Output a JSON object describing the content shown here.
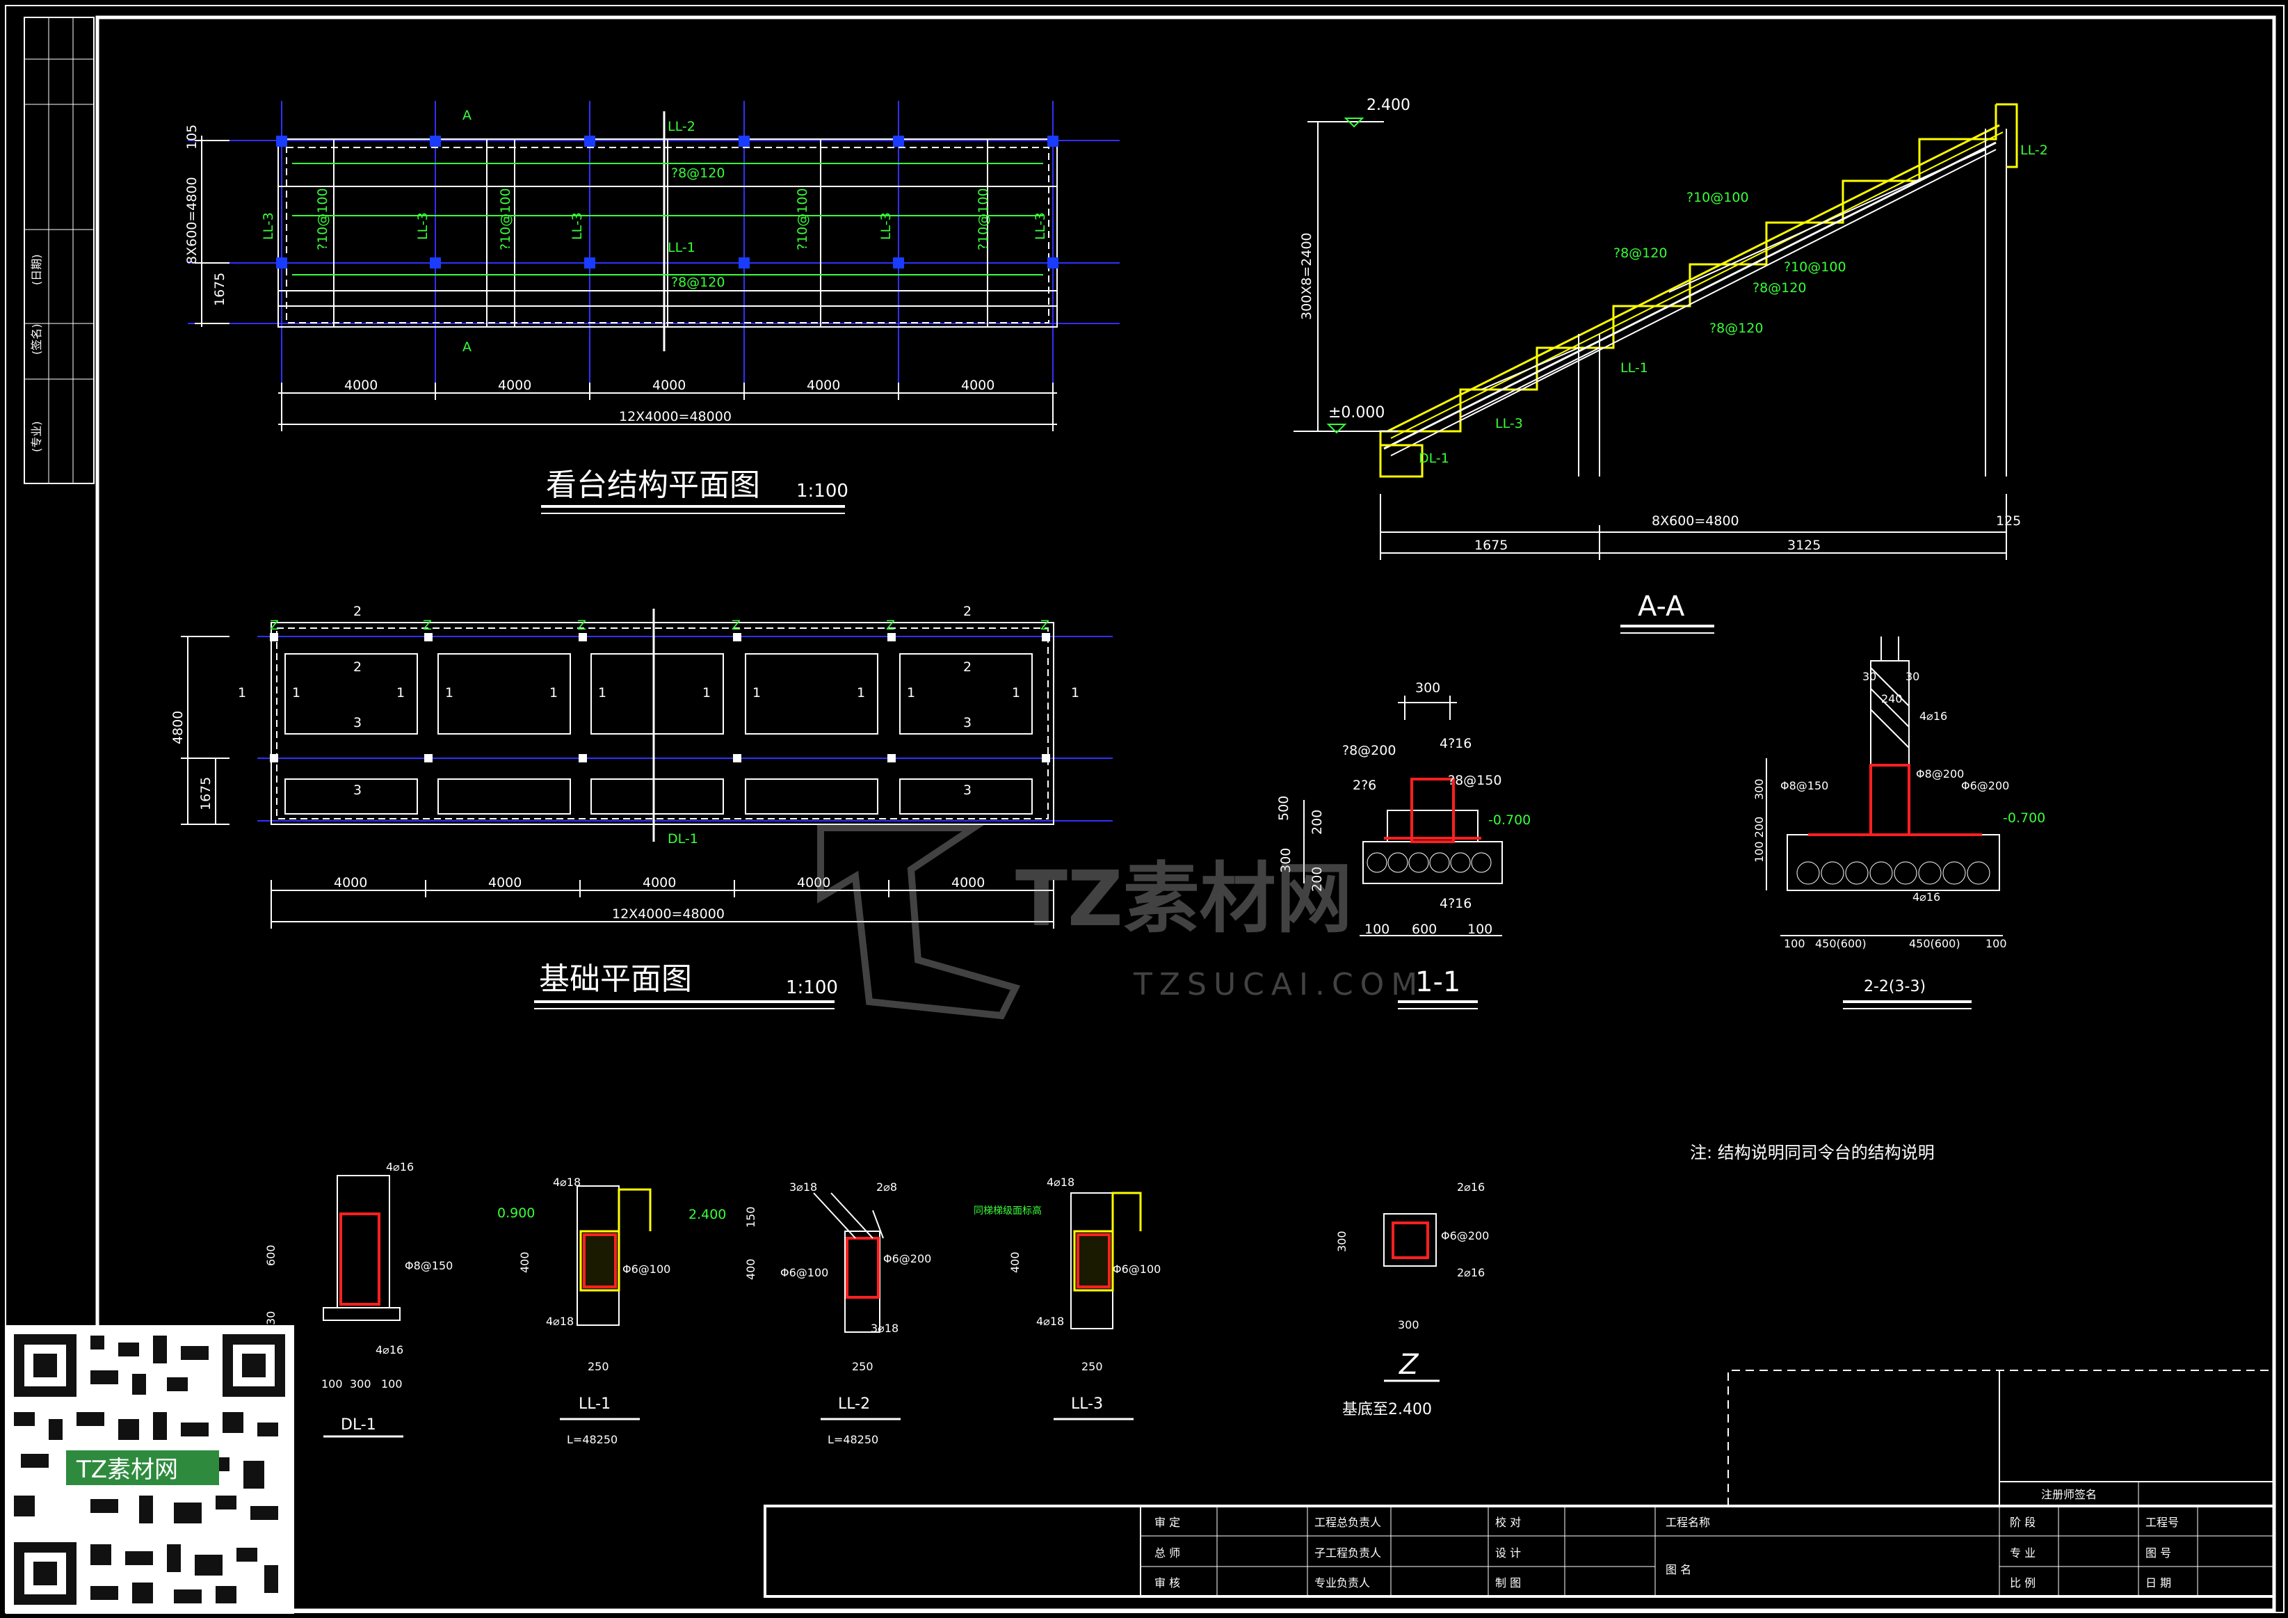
{
  "plan1": {
    "title": "看台结构平面图",
    "scale": "1:100",
    "section_mark": "A",
    "beam_ll2": "LL-2",
    "beam_ll1": "LL-1",
    "beam_ll3": "LL-3",
    "rebar_phi8_120": "?8@120",
    "rebar_phi10_100": "?10@100",
    "dim_105": "105",
    "dim_8x600": "8X600=4800",
    "dim_1675": "1675",
    "dim_span": "4000",
    "dim_total": "12X4000=48000"
  },
  "plan2": {
    "title": "基础平面图",
    "scale": "1:100",
    "mark_1": "1",
    "mark_2": "2",
    "mark_3": "3",
    "mark_z": "Z",
    "beam_dl1": "DL-1",
    "dim_4800": "4800",
    "dim_1675": "1675",
    "dim_span": "4000",
    "dim_total": "12X4000=48000"
  },
  "section_aa": {
    "title": "A-A",
    "elev_top": "2.400",
    "elev_base": "±0.000",
    "dim_height": "300X8=2400",
    "dim_steps": "8X600=4800",
    "dim_1675": "1675",
    "dim_3125": "3125",
    "dim_125": "125",
    "rebar_phi10_100": "?10@100",
    "rebar_phi8_120": "?8@120",
    "rebar_phi10_100b": "?10@100",
    "rebar_phi8_120b": "?8@120",
    "rebar_phi8_120c": "?8@120",
    "label_ll2": "LL-2",
    "label_ll1": "LL-1",
    "label_ll3": "LL-3",
    "label_dl1": "DL-1"
  },
  "detail_11": {
    "title": "1-1",
    "dim_300": "300",
    "rebar_4_16_top": "4?16",
    "rebar_8_200": "?8@200",
    "rebar_8_150": "?8@150",
    "rebar_2_6": "2?6",
    "rebar_4_16_bot": "4?16",
    "elev": "-0.700",
    "dim_500": "500",
    "dim_200": "200",
    "dim_300b": "300",
    "dim_200b": "200",
    "dim_100": "100",
    "dim_600": "600"
  },
  "detail_22": {
    "title": "2-2(3-3)",
    "dim_30": "30",
    "dim_240": "240",
    "rebar_4_16": "4⌀16",
    "rebar_8_200": "Φ8@200",
    "rebar_8_150": "Φ8@150",
    "rebar_6_200": "Φ6@200",
    "rebar_4_16_bot": "4⌀16",
    "elev": "-0.700",
    "dim_300": "300",
    "dim_100_200": "100 200",
    "dim_100": "100",
    "dim_450": "450(600)"
  },
  "note": "注: 结构说明同司令台的结构说明",
  "beams": {
    "dl1": {
      "title": "DL-1",
      "top": "4⌀16",
      "stirrup": "Φ8@150",
      "bottom": "4⌀16",
      "dim_600": "600",
      "dim_300": "300",
      "dim_100": "100",
      "dim_30": "30"
    },
    "ll1": {
      "title": "LL-1",
      "length": "L=48250",
      "elev": "0.900",
      "top": "4⌀18",
      "stirrup": "Φ6@100",
      "bottom": "4⌀18",
      "dim_400": "400",
      "dim_250": "250"
    },
    "ll2": {
      "title": "LL-2",
      "length": "L=48250",
      "elev": "2.400",
      "top": "3⌀18",
      "top2": "2⌀8",
      "stirrup": "Φ6@200",
      "stirrup2": "Φ6@100",
      "bottom": "3⌀18",
      "dim_150": "150",
      "dim_400": "400",
      "dim_250": "250"
    },
    "ll3": {
      "title": "LL-3",
      "elev_note": "同梯梯级面标高",
      "top": "4⌀18",
      "stirrup": "Φ6@100",
      "bottom": "4⌀18",
      "dim_400": "400",
      "dim_250": "250"
    },
    "z": {
      "title": "Z",
      "top": "2⌀16",
      "stirrup": "Φ6@200",
      "bottom": "2⌀16",
      "dim_300": "300",
      "dim_300b": "300",
      "base": "基底至2.400"
    }
  },
  "titleblock": {
    "reg_sign": "注册师签名",
    "r1": [
      "审 定",
      "工程总负责人",
      "校 对",
      "工程名称",
      "阶 段",
      "工程号"
    ],
    "r2": [
      "总 师",
      "子工程负责人",
      "设 计",
      "图 名",
      "专 业",
      "图 号"
    ],
    "r3": [
      "审 核",
      "专业负责人",
      "制 图",
      "比 例",
      "日 期"
    ]
  },
  "side_strip": [
    "(专业)",
    "(签名)",
    "(日期)"
  ],
  "watermark": {
    "brand": "TZ素材网",
    "url": "TZSUCAI.COM",
    "qr_label": "TZ素材网"
  },
  "colors": {
    "background": "#000000",
    "lines": "#ffffff",
    "axis": "#0000ff",
    "rebar_text": "#39ff39",
    "section": "#ffff00",
    "rebar": "#ff0000"
  }
}
